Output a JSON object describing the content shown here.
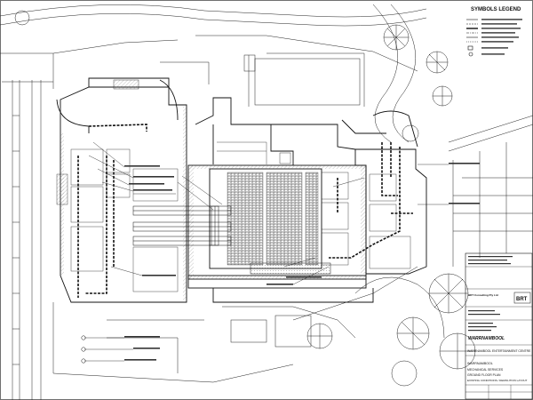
{
  "legend": {
    "title": "SYMBOLS LEGEND"
  },
  "title_block": {
    "client_logo": "WARRNAMBOOL",
    "consultant_logo": "BRT",
    "consultant_name": "BRT Consulting Pty Ltd",
    "project": "WARRNAMBOOL ENTERTAINMENT CENTRE",
    "project_short": "WARRNAMBOOL",
    "discipline": "MECHANICAL SERVICES",
    "level": "GROUND FLOOR PLAN",
    "drawing_title": "EXISTING CONDITIONS / DEMOLITION LAYOUT"
  },
  "colors": {
    "line": "#111111",
    "background": "#ffffff",
    "hatch": "#555555"
  }
}
